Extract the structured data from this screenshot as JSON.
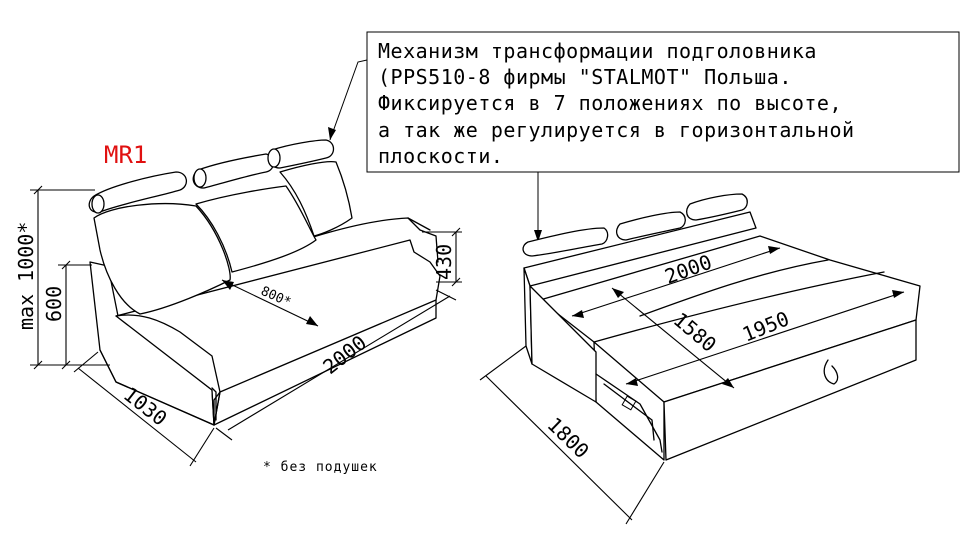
{
  "model_label": "MR1",
  "note": {
    "lines": [
      "Механизм трансформации подголовника",
      "(PPS510-8 фирмы \"STALMOT\" Польша.",
      "Фиксируется в 7 положениях по высоте,",
      "а так же регулируется в горизонтальной",
      "плоскости."
    ]
  },
  "left_view": {
    "dim_height_max": "max 1000*",
    "dim_seat_height": "600",
    "dim_depth": "1030",
    "dim_length": "2000",
    "dim_seat_depth": "800*",
    "dim_armrest": "430"
  },
  "right_view": {
    "dim_length": "2000",
    "dim_bed_length": "1950",
    "dim_bed_width": "1580",
    "dim_total_depth": "1800"
  },
  "footnote": "* без подушек"
}
